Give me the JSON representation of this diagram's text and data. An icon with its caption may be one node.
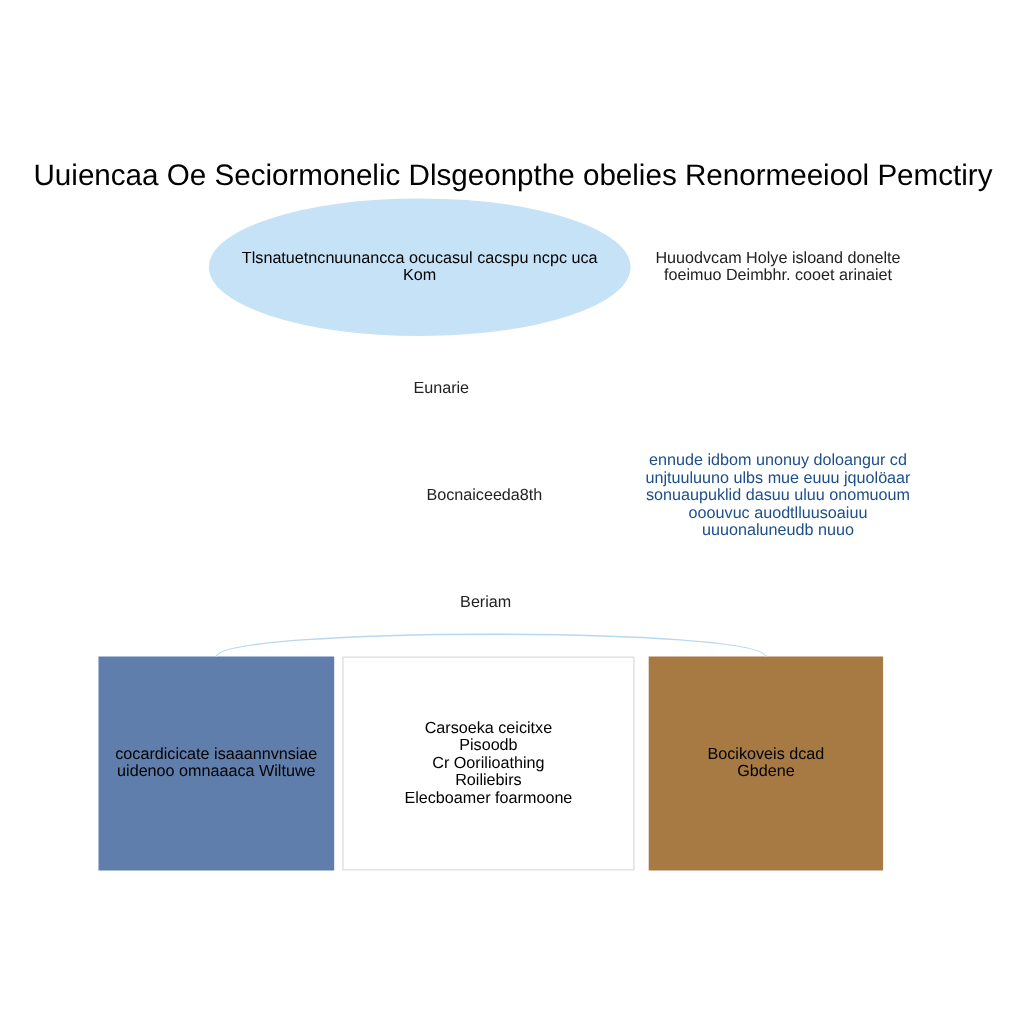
{
  "diagram": {
    "title": "Uuiencaa Oe Seciormonelic Dlsgeonpthe obelies Renormeeiool Pemctiry",
    "nodes": [
      {
        "text": [
          "Tlsnatuetncnuunancca ocucasul cacspu ncpc uca",
          "Kom"
        ]
      },
      {
        "text": [
          "cocardicicate isaaannvnsiae",
          "uidenoo omnaaaca Wiltuwe"
        ]
      },
      {
        "text": [
          "Carsoeka ceicitxe",
          "Pisoodb",
          "Cr Oorilioathing",
          "Roiliebirs",
          "Elecboamer foarmoone"
        ]
      },
      {
        "text": [
          "Bocikoveis dcad",
          "Gbdene"
        ]
      }
    ],
    "edges": [
      {
        "from": 1,
        "to": 3,
        "arrow": "none",
        "color": "#b8d8ee"
      }
    ],
    "labels": [
      "Huuodvcam Holye isloand donelte foeimuo Deimbhr. cooet arinaiet",
      "ennude idbom unonuy doloangur cd unjtuuluuno ulbs mue euuu jquolöaar sonuaupuklid dasuu uluu onomuoum ooouvuc auodtlluusoaiuu uuuonaluneudb nuuo",
      "Eunarie",
      "Bocnaiceeda8th",
      "Beriam"
    ]
  }
}
